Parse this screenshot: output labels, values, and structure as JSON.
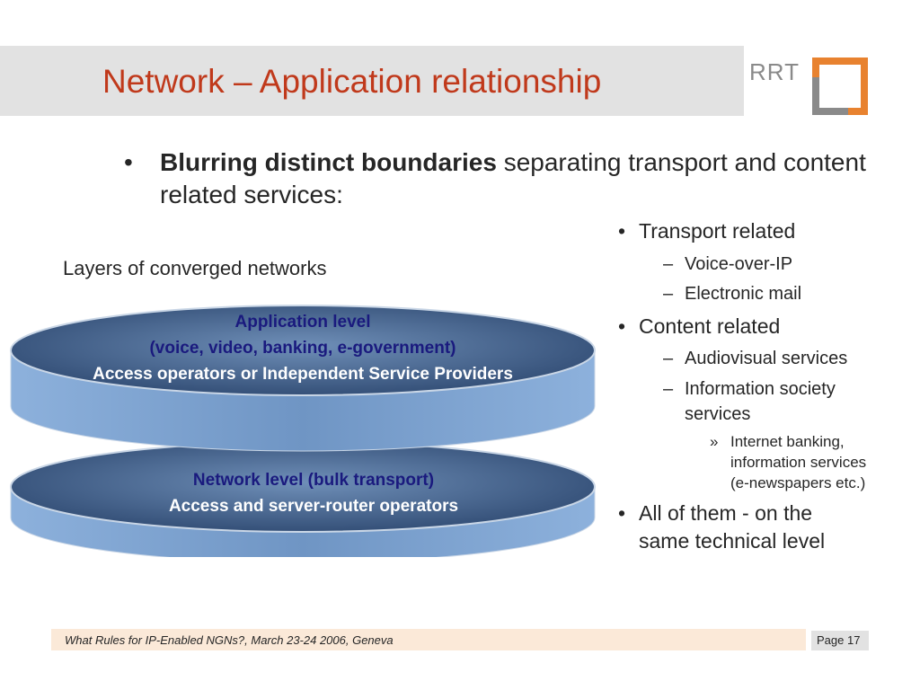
{
  "slide": {
    "title": "Network – Application relationship",
    "logo_text": "RRT",
    "lead_bullet": "•",
    "lead_bold": "Blurring distinct boundaries",
    "lead_rest": " separating transport and content related services:",
    "caption": "Layers of converged networks"
  },
  "layers": {
    "application": {
      "line1": "Application level",
      "line2": "(voice, video, banking, e-government)",
      "line3": "Access operators or Independent Service Providers"
    },
    "network": {
      "line1": "Network level (bulk transport)",
      "line2": "Access and server-router operators"
    }
  },
  "outline": {
    "bullet": "•",
    "dash": "–",
    "chevron": "»",
    "transport": "Transport related",
    "voip": "Voice-over-IP",
    "email": "Electronic mail",
    "content": "Content related",
    "av": "Audiovisual services",
    "info_line1": "Information society",
    "info_line2": "services",
    "ib_line1": "Internet banking,",
    "ib_line2": "information services",
    "ib_line3": "(e-newspapers etc.)",
    "all_line1": "All of them - on the",
    "all_line2": "same technical level"
  },
  "footer": {
    "text": "What Rules for IP-Enabled NGNs?, March 23-24 2006, Geneva",
    "page": "Page 17"
  },
  "colors": {
    "title": "#c0391b",
    "logo_orange": "#e8822f",
    "logo_gray": "#8a8a8a",
    "disc_top": "#4a6a94",
    "disc_side": "#7fa3cf",
    "disc_text": "#1a1a7e"
  }
}
